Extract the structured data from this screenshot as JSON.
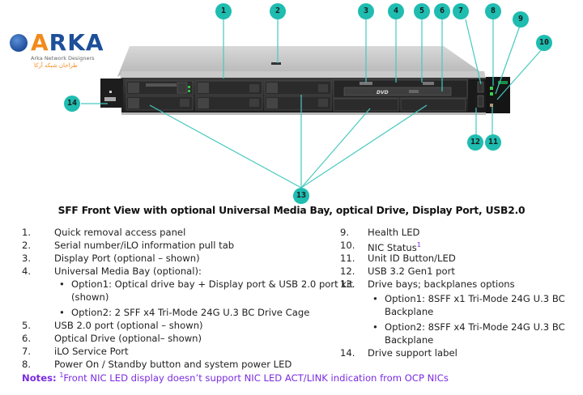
{
  "logo": {
    "brand": "ARKA",
    "tagline": "Arka Network Designers",
    "tagline_fa": "طراحان شبکه آرکا"
  },
  "figure": {
    "caption": "SFF Front View with optional Universal Media Bay, optical Drive, Display Port, USB2.0",
    "callout_color": "#1fbcb0",
    "callouts": [
      "1",
      "2",
      "3",
      "4",
      "5",
      "6",
      "7",
      "8",
      "9",
      "10",
      "11",
      "12",
      "13",
      "14"
    ],
    "server_labels": {
      "dvd": "DVD"
    }
  },
  "list_left": [
    {
      "num": "1.",
      "text": "Quick removal access panel"
    },
    {
      "num": "2.",
      "text": "Serial number/iLO information pull tab"
    },
    {
      "num": "3.",
      "text": "Display Port (optional – shown)"
    },
    {
      "num": "4.",
      "text": "Universal Media Bay (optional):"
    },
    {
      "bullet": "Option1: Optical drive bay + Display port & USB 2.0 port kit",
      "cont": "(shown)"
    },
    {
      "bullet": "Option2: 2 SFF x4 Tri-Mode 24G U.3 BC Drive Cage"
    },
    {
      "num": "5.",
      "text": "USB 2.0 port (optional – shown)"
    },
    {
      "num": "6.",
      "text": "Optical Drive (optional– shown)"
    },
    {
      "num": "7.",
      "text": "iLO Service Port"
    },
    {
      "num": "8.",
      "text": "Power On / Standby button and system power LED"
    }
  ],
  "list_right": [
    {
      "num": "9.",
      "text": "Health LED"
    },
    {
      "num": "10.",
      "text": "NIC Status",
      "sup": "1"
    },
    {
      "num": "11.",
      "text": "Unit ID Button/LED"
    },
    {
      "num": "12.",
      "text": "USB 3.2 Gen1 port"
    },
    {
      "num": "13.",
      "text": "Drive bays; backplanes options"
    },
    {
      "bullet": "Option1: 8SFF x1 Tri-Mode 24G U.3 BC",
      "cont": "Backplane"
    },
    {
      "bullet": "Option2: 8SFF x4 Tri-Mode 24G U.3 BC",
      "cont": "Backplane"
    },
    {
      "num": "14.",
      "text": "Drive support label"
    }
  ],
  "notes": {
    "label": "Notes:",
    "sup": "1",
    "text": "Front NIC LED display doesn’t support NIC LED ACT/LINK indication from OCP NICs"
  }
}
